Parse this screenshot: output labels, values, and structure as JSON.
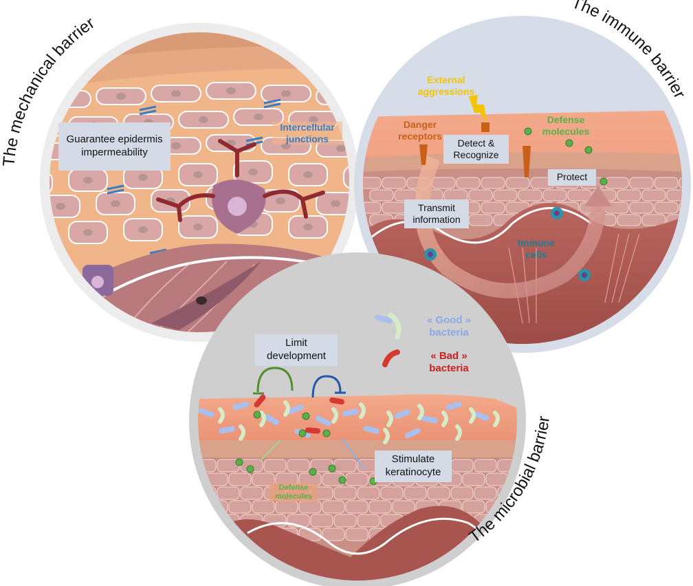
{
  "figure": {
    "title": "Skin barrier functions",
    "colors": {
      "mechanical_ring": "#ececec",
      "immune_ring": "#d6dde8",
      "microbial_ring": "#cfcfcf",
      "label_box": "#d5dbe6",
      "external_aggressions": "#f5c400",
      "danger_receptors": "#c8601a",
      "defense_molecules": "#5bb04a",
      "immune_cells": "#1f7d95",
      "intercellular_junctions": "#3a7cc2",
      "good_bacteria": "#8aa9e6",
      "bad_bacteria": "#cc1f1f"
    }
  },
  "mechanical": {
    "title": "The mechanical barrier",
    "function_box": "Guarantee epidermis impermeability",
    "junctions_label": "Intercellular junctions"
  },
  "immune": {
    "title": "The immune barrier",
    "external_aggressions": "External aggressions",
    "danger_receptors": "Danger receptors",
    "defense_molecules": "Defense molecules",
    "immune_cells": "Immune cells",
    "steps": [
      "Detect & Recognize",
      "Protect",
      "Transmit information"
    ]
  },
  "microbial": {
    "title": "The microbial barrier",
    "good_bacteria": "« Good » bacteria",
    "bad_bacteria": "« Bad » bacteria",
    "limit_box": "Limit development",
    "stimulate_box": "Stimulate keratinocyte",
    "defense_molecules": "Defense molecules"
  }
}
